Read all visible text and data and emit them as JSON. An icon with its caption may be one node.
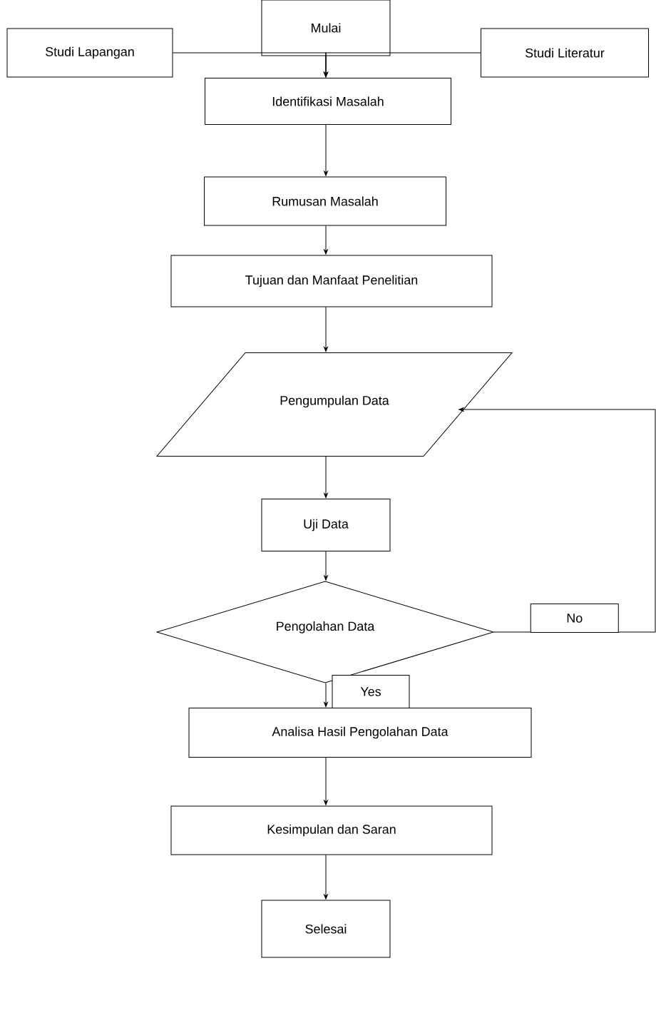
{
  "diagram": {
    "nodes": [
      {
        "text": [
          "Mulai"
        ]
      },
      {
        "text": [
          "Studi Lapangan"
        ]
      },
      {
        "text": [
          "Studi Literatur"
        ]
      },
      {
        "text": [
          "Identifikasi Masalah"
        ]
      },
      {
        "text": [
          "Rumusan Masalah"
        ]
      },
      {
        "text": [
          "Tujuan dan Manfaat Penelitian"
        ]
      },
      {
        "text": [
          "Pengumpulan Data"
        ]
      },
      {
        "text": [
          "Uji Data"
        ]
      },
      {
        "text": [
          "Pengolahan Data"
        ]
      },
      {
        "text": [
          "Analisa Hasil Pengolahan Data"
        ]
      },
      {
        "text": [
          "Kesimpulan dan Saran"
        ]
      },
      {
        "text": [
          "Selesai"
        ]
      }
    ],
    "edges": [
      {
        "from": 0,
        "to": 3,
        "arrow": "to"
      },
      {
        "from": 1,
        "to": 3,
        "arrow": "to"
      },
      {
        "from": 2,
        "to": 3,
        "arrow": "to"
      },
      {
        "from": 3,
        "to": 4,
        "arrow": "to"
      },
      {
        "from": 4,
        "to": 5,
        "arrow": "to"
      },
      {
        "from": 5,
        "to": 6,
        "arrow": "to"
      },
      {
        "from": 6,
        "to": 7,
        "arrow": "to"
      },
      {
        "from": 7,
        "to": 8,
        "arrow": "to"
      },
      {
        "from": 8,
        "to": 9,
        "arrow": "to",
        "label": "Yes"
      },
      {
        "from": 8,
        "to": 6,
        "arrow": "to",
        "label": "No"
      },
      {
        "from": 9,
        "to": 10,
        "arrow": "to"
      },
      {
        "from": 10,
        "to": 11,
        "arrow": "to"
      }
    ]
  }
}
